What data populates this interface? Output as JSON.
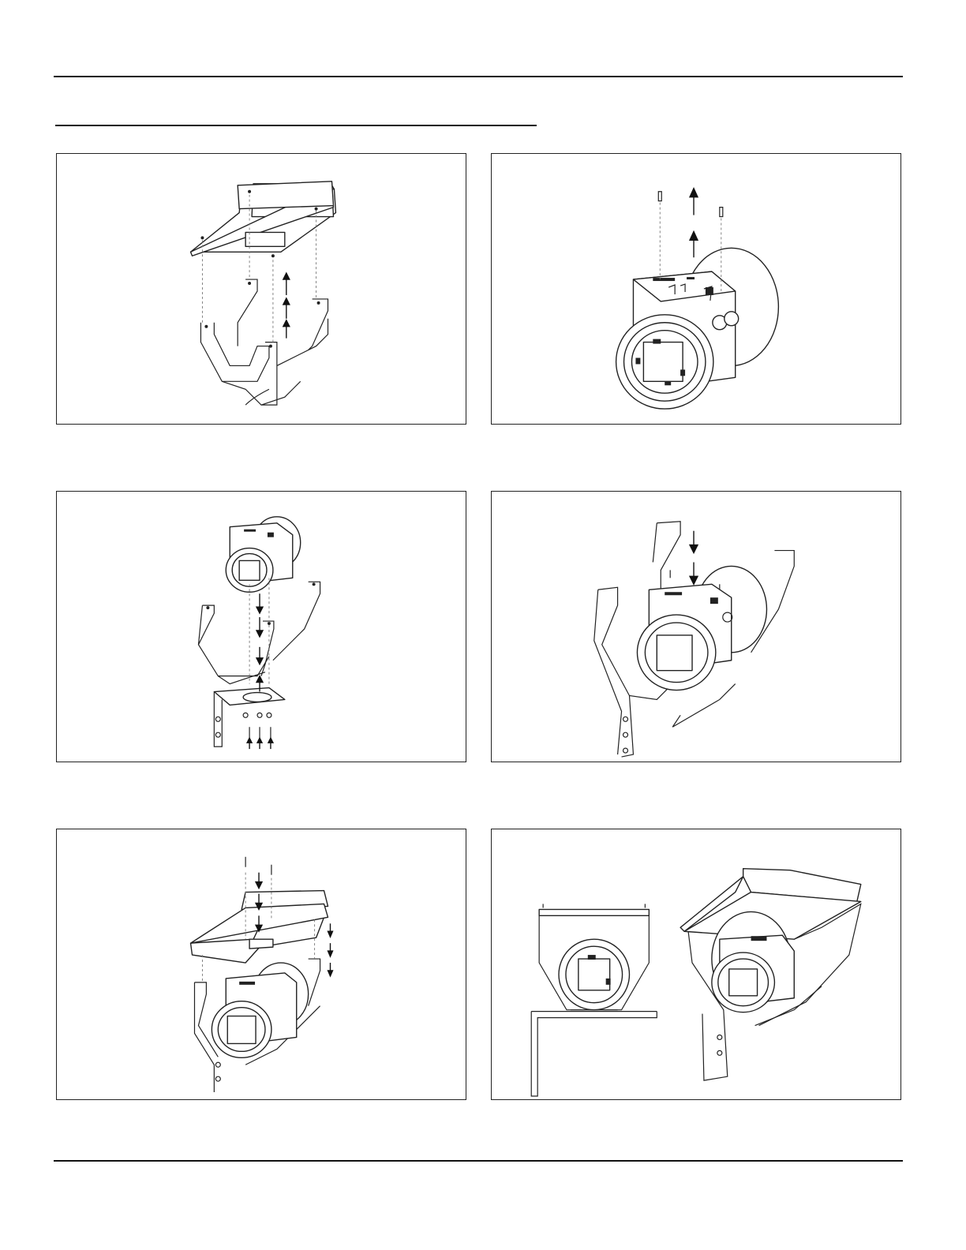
{
  "document": {
    "figures": [
      {
        "id": "step-1",
        "arrows": "up"
      },
      {
        "id": "step-2",
        "arrows": "up"
      },
      {
        "id": "step-3",
        "arrows": "up-down"
      },
      {
        "id": "step-4",
        "arrows": "down"
      },
      {
        "id": "step-5",
        "arrows": "down"
      },
      {
        "id": "step-6",
        "arrows": "none"
      }
    ]
  }
}
